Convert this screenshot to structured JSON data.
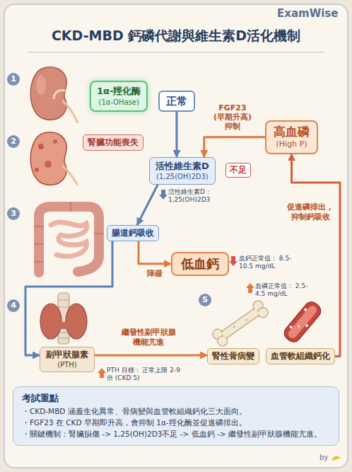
{
  "diagram": {
    "title": "CKD-MBD 鈣磷代謝與維生素D活化機制",
    "nodes": [
      {
        "text": [
          "1α-羥化酶",
          "(1α-OHase)"
        ]
      },
      {
        "text": [
          "正常"
        ]
      },
      {
        "text": [
          "腎臟功能喪失"
        ]
      },
      {
        "text": [
          "高血磷",
          "(High P)"
        ]
      },
      {
        "text": [
          "活性維生素D",
          "(1,25(OH)2D3)"
        ]
      },
      {
        "text": [
          "不足"
        ]
      },
      {
        "text": [
          "腸道鈣吸收"
        ]
      },
      {
        "text": [
          "低血鈣"
        ]
      },
      {
        "text": [
          "副甲狀腺素",
          "(PTH)"
        ]
      },
      {
        "text": [
          "腎性骨病變"
        ]
      },
      {
        "text": [
          "血管軟組織鈣化"
        ]
      },
      {
        "text": [
          "考試重點",
          "・CKD-MBD 涵蓋生化異常、骨病變與血管軟組織鈣化三大面向。",
          "・FGF23 在 CKD 早期即升高，會抑制 1α-羥化酶並促進磷排出。",
          "・關鍵機制：腎臟損傷 -> 1,25(OH)2D3不足 -> 低血鈣 -> 繼發性副甲狀腺機能亢進。"
        ]
      }
    ],
    "edges": [
      {
        "from": 1,
        "to": 4,
        "arrow": "to"
      },
      {
        "from": 3,
        "to": 4,
        "label": "FGF23 (早期升高) 抑制",
        "arrow": "to"
      },
      {
        "from": 4,
        "to": 6,
        "arrow": "to"
      },
      {
        "from": 6,
        "to": 7,
        "label": "障礙",
        "arrow": "to"
      },
      {
        "from": 6,
        "to": 8,
        "arrow": "to"
      },
      {
        "from": 8,
        "to": 9,
        "label": "繼發性副甲狀腺機能亢進",
        "arrow": "to"
      },
      {
        "from": 10,
        "to": 3,
        "label": "促進磷排出，抑制鈣吸收",
        "arrow": "to"
      }
    ],
    "labels": [
      "ExamWise",
      "1",
      "2",
      "3",
      "4",
      "5",
      "活性維生素D： 1,25(OH)2D3",
      "血鈣正常值： 8.5-10.5 mg/dL",
      "血磷正常值： 2.5-4.5 mg/dL",
      "PTH 目標： 正常上限 2-9 倍 (CKD 5)",
      "by"
    ]
  }
}
